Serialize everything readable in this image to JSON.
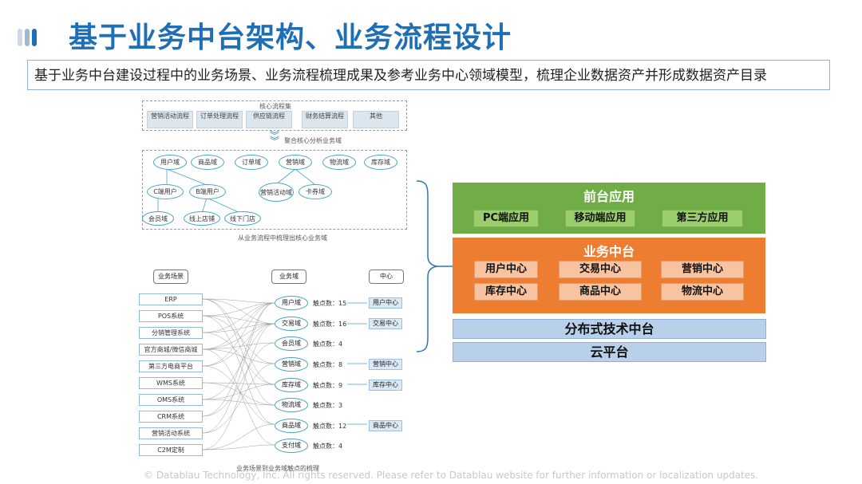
{
  "title": "基于业务中台架构、业务流程设计",
  "subtitle": "基于业务中台建设过程中的业务场景、业务流程梳理成果及参考业务中心领域模型，梳理企业数据资产并形成数据资产目录",
  "core_process": {
    "header": "核心流程集",
    "items": [
      "营销活动流程",
      "订单处理流程",
      "供应链流程",
      "财务结算流程",
      "其他"
    ]
  },
  "aggregate_label": "聚合核心分析业务域",
  "domains": {
    "top": [
      "用户域",
      "商品域",
      "订单域",
      "营销域",
      "物流域",
      "库存域"
    ],
    "c_user": "C端用户",
    "b_user": "B端用户",
    "marketing_activity": "营销活动域",
    "coupon": "卡券域",
    "member": "会员域",
    "online_store": "线上店铺",
    "offline_store": "线下门店",
    "caption": "从业务流程中梳理出核心业务域"
  },
  "mapping": {
    "scene_header": "业务场景",
    "domain_header": "业务域",
    "center_header": "中心",
    "scenes": [
      "ERP",
      "POS系统",
      "分销管理系统",
      "官方商城/微信商城",
      "第三方电商平台",
      "WMS系统",
      "OMS系统",
      "CRM系统",
      "营销活动系统",
      "C2M定制"
    ],
    "domains": [
      {
        "name": "用户域",
        "touch": "触点数：15",
        "center": "用户中心"
      },
      {
        "name": "交易域",
        "touch": "触点数：16",
        "center": "交易中心"
      },
      {
        "name": "会员域",
        "touch": "触点数：4",
        "center": ""
      },
      {
        "name": "营销域",
        "touch": "触点数：8",
        "center": "营销中心"
      },
      {
        "name": "库存域",
        "touch": "触点数：9",
        "center": "库存中心"
      },
      {
        "name": "物流域",
        "touch": "触点数：3",
        "center": ""
      },
      {
        "name": "商品域",
        "touch": "触点数：12",
        "center": "商品中心"
      },
      {
        "name": "支付域",
        "touch": "触点数：4",
        "center": ""
      }
    ],
    "caption": "业务场景到业务域触点的梳理"
  },
  "architecture": {
    "front": {
      "title": "前台应用",
      "items": [
        "PC端应用",
        "移动端应用",
        "第三方应用"
      ],
      "color": "#70ad47"
    },
    "business": {
      "title": "业务中台",
      "items": [
        "用户中心",
        "交易中心",
        "营销中心",
        "库存中心",
        "商品中心",
        "物流中心"
      ],
      "color": "#ed7d31"
    },
    "tech": "分布式技术中台",
    "cloud": "云平台"
  },
  "footer": "© Datablau Technology, Inc. All rights reserved.  Please refer to Datablau website for further information or localization updates."
}
